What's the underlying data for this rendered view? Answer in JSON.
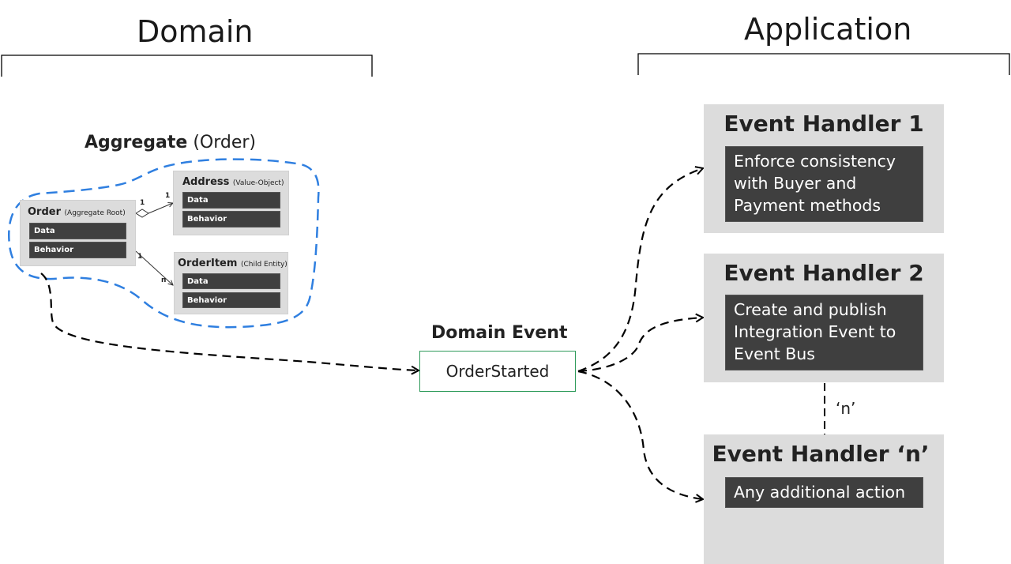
{
  "domain": {
    "title": "Domain"
  },
  "application": {
    "title": "Application"
  },
  "aggregate": {
    "title_bold": "Aggregate",
    "title_rest": " (Order)",
    "order": {
      "name": "Order",
      "stereotype": "(Aggregate Root)",
      "data_label": "Data",
      "behavior_label": "Behavior"
    },
    "address": {
      "name": "Address",
      "stereotype": "(Value-Object)",
      "data_label": "Data",
      "behavior_label": "Behavior"
    },
    "order_item": {
      "name": "OrderItem",
      "stereotype": "(Child Entity)",
      "data_label": "Data",
      "behavior_label": "Behavior"
    },
    "multiplicities": {
      "order_address_src": "1",
      "order_address_dst": "1",
      "order_item_src": "1",
      "order_item_dst": "n"
    }
  },
  "domain_event": {
    "title": "Domain Event",
    "name": "OrderStarted"
  },
  "handlers": [
    {
      "title": "Event Handler 1",
      "description": [
        "Enforce consistency",
        "with Buyer and",
        "Payment methods"
      ]
    },
    {
      "title": "Event Handler 2",
      "description": [
        "Create and publish",
        "Integration Event to",
        "Event Bus"
      ]
    },
    {
      "title": "Event Handler ‘n’",
      "description": [
        "Any additional action"
      ]
    }
  ],
  "n_connector_label": "‘n’",
  "colors": {
    "aggregate_boundary": "#2f7fe0",
    "event_box_border": "#2e9a5a",
    "handler_bg": "#dcdcdc",
    "dark_bar": "#3f3f3f"
  }
}
